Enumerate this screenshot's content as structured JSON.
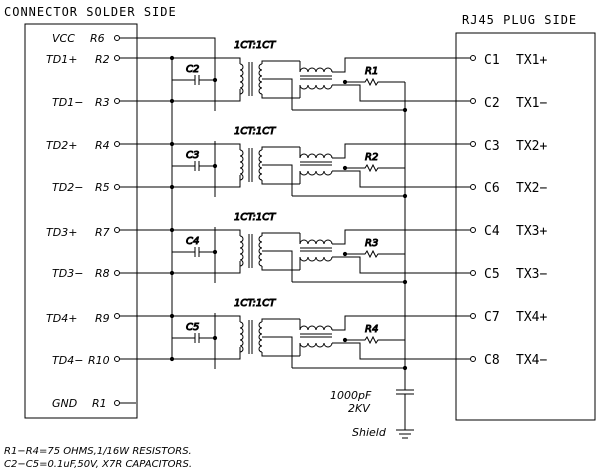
{
  "headers": {
    "left": "CONNECTOR SOLDER SIDE",
    "right": "RJ45 PLUG SIDE"
  },
  "left_pins": [
    {
      "signal": "VCC",
      "pin": "R6"
    },
    {
      "signal": "TD1+",
      "pin": "R2"
    },
    {
      "signal": "TD1−",
      "pin": "R3"
    },
    {
      "signal": "TD2+",
      "pin": "R4"
    },
    {
      "signal": "TD2−",
      "pin": "R5"
    },
    {
      "signal": "TD3+",
      "pin": "R7"
    },
    {
      "signal": "TD3−",
      "pin": "R8"
    },
    {
      "signal": "TD4+",
      "pin": "R9"
    },
    {
      "signal": "TD4−",
      "pin": "R10"
    },
    {
      "signal": "GND",
      "pin": "R1"
    }
  ],
  "right_pins": [
    {
      "pin": "C1",
      "signal": "TX1+"
    },
    {
      "pin": "C2",
      "signal": "TX1−"
    },
    {
      "pin": "C3",
      "signal": "TX2+"
    },
    {
      "pin": "C6",
      "signal": "TX2−"
    },
    {
      "pin": "C4",
      "signal": "TX3+"
    },
    {
      "pin": "C5",
      "signal": "TX3−"
    },
    {
      "pin": "C7",
      "signal": "TX4+"
    },
    {
      "pin": "C8",
      "signal": "TX4−"
    }
  ],
  "channels": [
    {
      "ratio": "1CT:1CT",
      "capacitor": "C2",
      "resistor": "R1"
    },
    {
      "ratio": "1CT:1CT",
      "capacitor": "C3",
      "resistor": "R2"
    },
    {
      "ratio": "1CT:1CT",
      "capacitor": "C4",
      "resistor": "R3"
    },
    {
      "ratio": "1CT:1CT",
      "capacitor": "C5",
      "resistor": "R4"
    }
  ],
  "shield_cap": {
    "value": "1000pF",
    "voltage": "2KV"
  },
  "shield_label": "Shield",
  "notes": [
    "R1−R4=75 OHMS,1/16W RESISTORS.",
    "C2−C5=0.1uF,50V, X7R CAPACITORS."
  ]
}
